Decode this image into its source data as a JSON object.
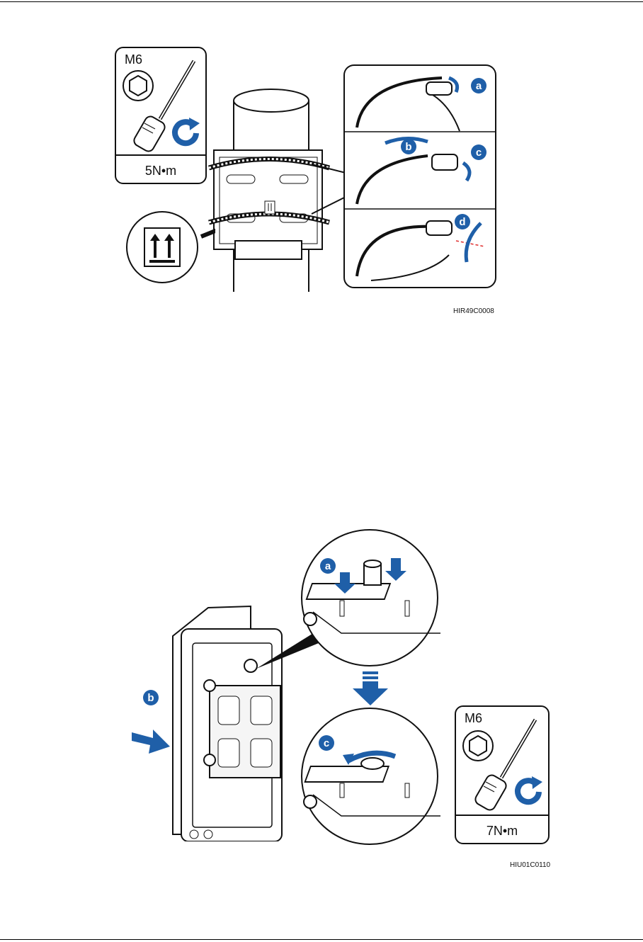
{
  "figure1": {
    "tool": {
      "bolt": "M6",
      "torque": "5N•m"
    },
    "steps": [
      "a",
      "b",
      "c",
      "d"
    ],
    "code": "HIR49C0008"
  },
  "figure2": {
    "tool": {
      "bolt": "M6",
      "torque": "7N•m"
    },
    "steps": [
      "a",
      "b",
      "c"
    ],
    "code": "HIU01C0110"
  },
  "colors": {
    "accent": "#1f5fa8",
    "line": "#111111",
    "cut_mark": "#e03030"
  },
  "icons": [
    "hex-bolt-icon",
    "screwdriver-icon",
    "rotate-clockwise-icon",
    "this-way-up-icon"
  ]
}
